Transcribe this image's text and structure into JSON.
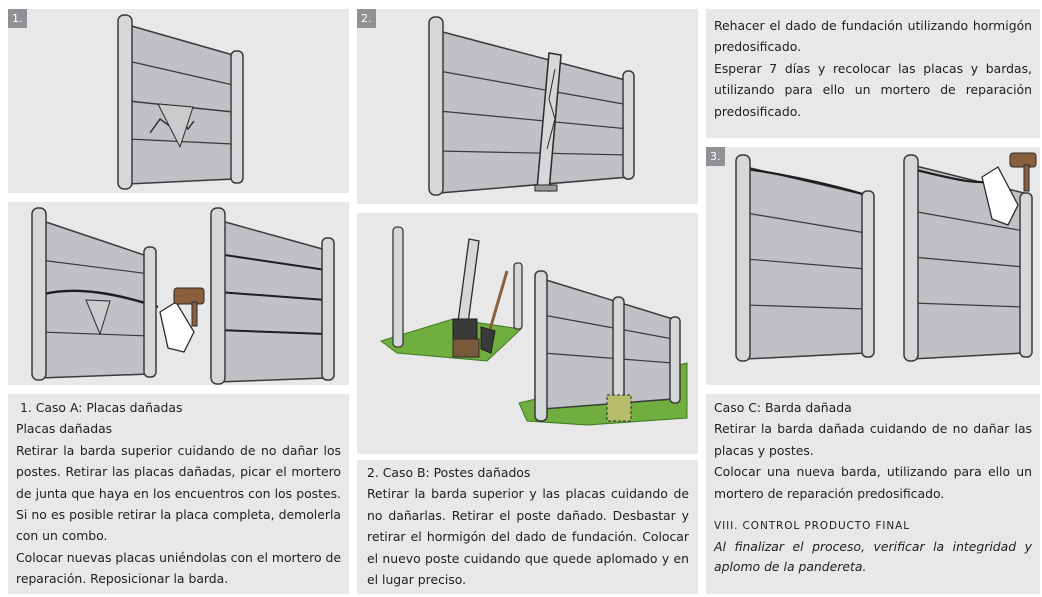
{
  "panels": {
    "p1": "1.",
    "p2": "2.",
    "p3": "3."
  },
  "case_a": {
    "heading_num": "1.",
    "heading": "Caso A: Placas dañadas",
    "subheading": "Placas dañadas",
    "para1": "Retirar la barda superior cuidando de no dañar los postes. Retirar las placas dañadas, picar el mortero de junta que haya en los encuentros con los postes. Si no es posible retirar la placa completa, demolerla con un combo.",
    "para2": "Colocar nuevas placas uniéndolas con el mortero de reparación. Reposicionar la barda."
  },
  "case_b": {
    "heading": "2. Caso B: Postes dañados",
    "para": "Retirar la barda superior y las placas cuidando de no dañarlas. Retirar el poste dañado. Desbastar y retirar el hormigón del dado de fundación. Colocar el nuevo poste cuidando que quede aplomado y en el lugar preciso."
  },
  "case_b_cont": {
    "para1": "Rehacer el dado de fundación utilizando hormigón predosificado.",
    "para2": "Esperar 7 días y recolocar las placas y bardas, utilizando para ello un mortero de reparación predosificado."
  },
  "case_c": {
    "heading": "Caso C: Barda dañada",
    "para1": "Retirar la barda dañada cuidando de no dañar las placas y postes.",
    "para2": "Colocar una nueva barda, utilizando para ello un mortero de reparación predosificado."
  },
  "section8": {
    "heading": "VIII. CONTROL PRODUCTO FINAL",
    "text": "Al finalizar el proceso, verificar la integridad y aplomo de la pandereta."
  }
}
